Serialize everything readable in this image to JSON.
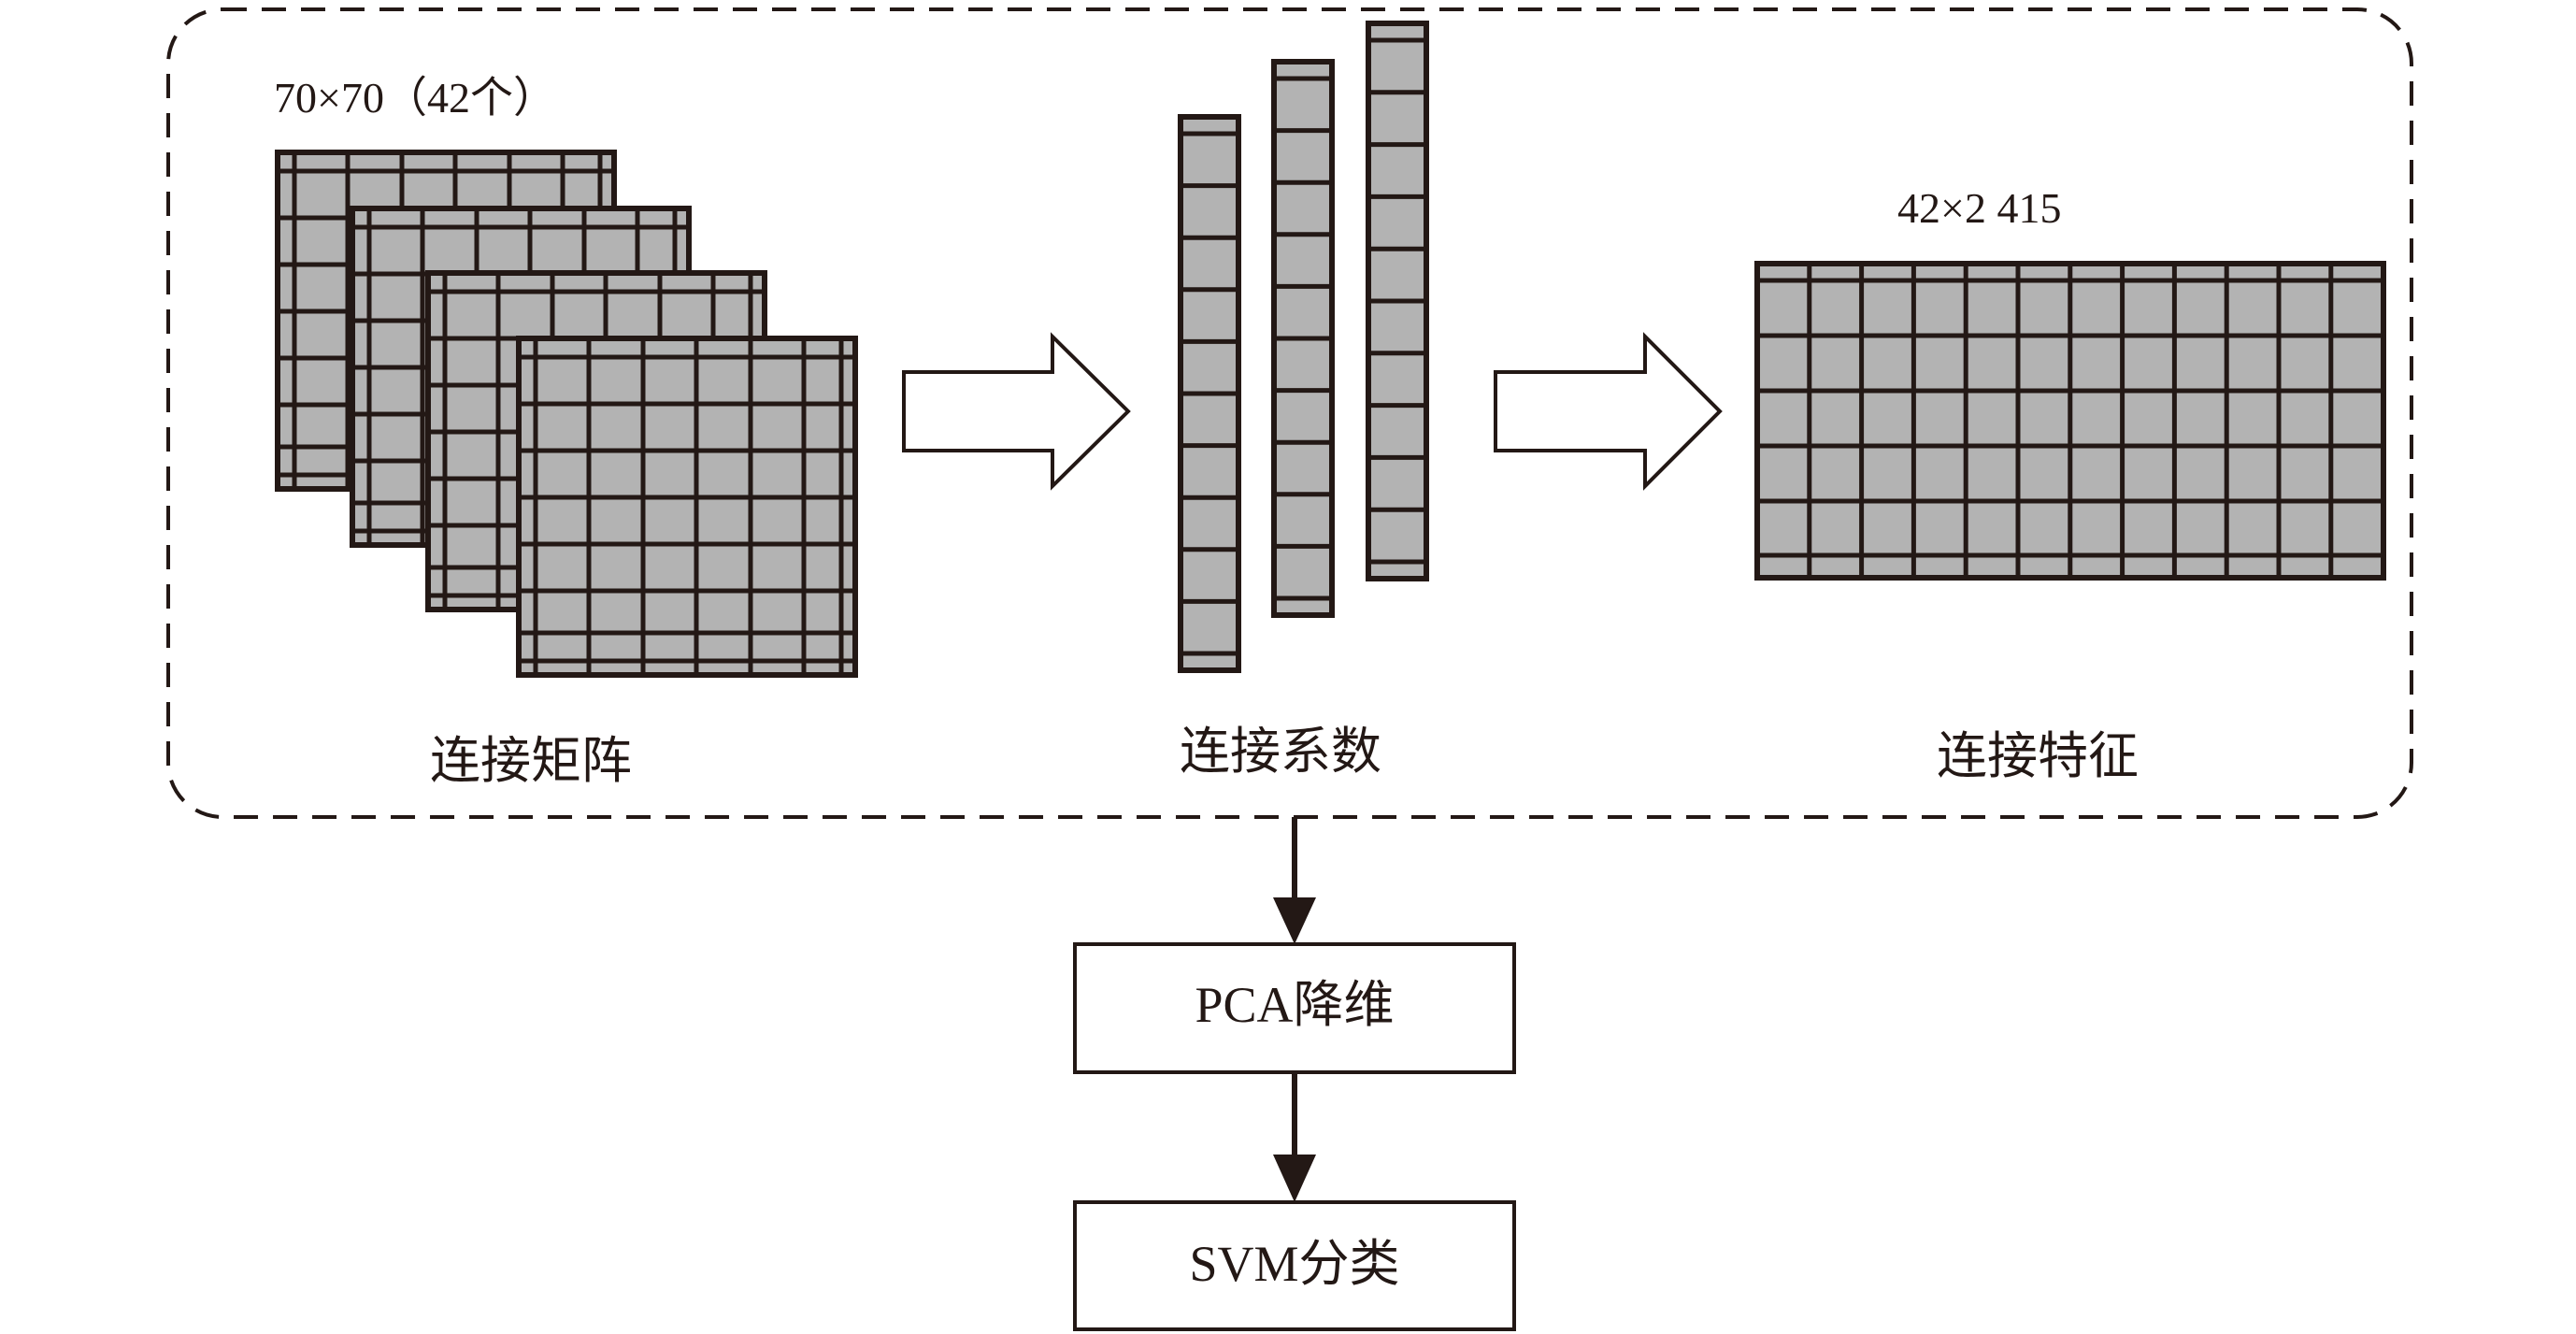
{
  "diagram": {
    "matrix_size_label": "70×70（42个）",
    "feature_size_label": "42×2 415",
    "stage_labels": {
      "matrix": "连接矩阵",
      "coefficients": "连接系数",
      "features": "连接特征"
    },
    "steps": {
      "pca": "PCA降维",
      "svm": "SVM分类"
    },
    "colors": {
      "cell_fill": "#b3b3b3",
      "grid_line": "#231815",
      "text": "#231815",
      "background": "#ffffff"
    }
  }
}
